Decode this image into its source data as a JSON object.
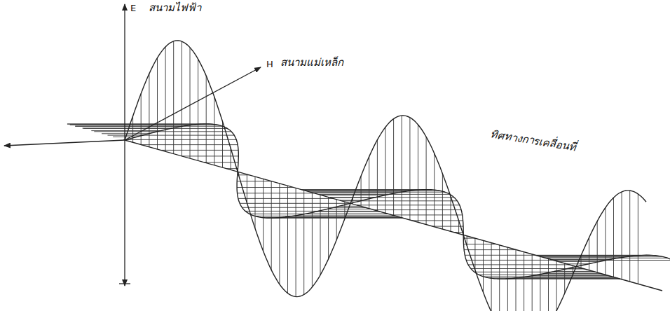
{
  "diagram": {
    "labels": [
      "E",
      "สนามไฟฟ้า",
      "H",
      "สนามแม่เหล็ก",
      "ทิศทางการเคลื่อนที่"
    ]
  }
}
